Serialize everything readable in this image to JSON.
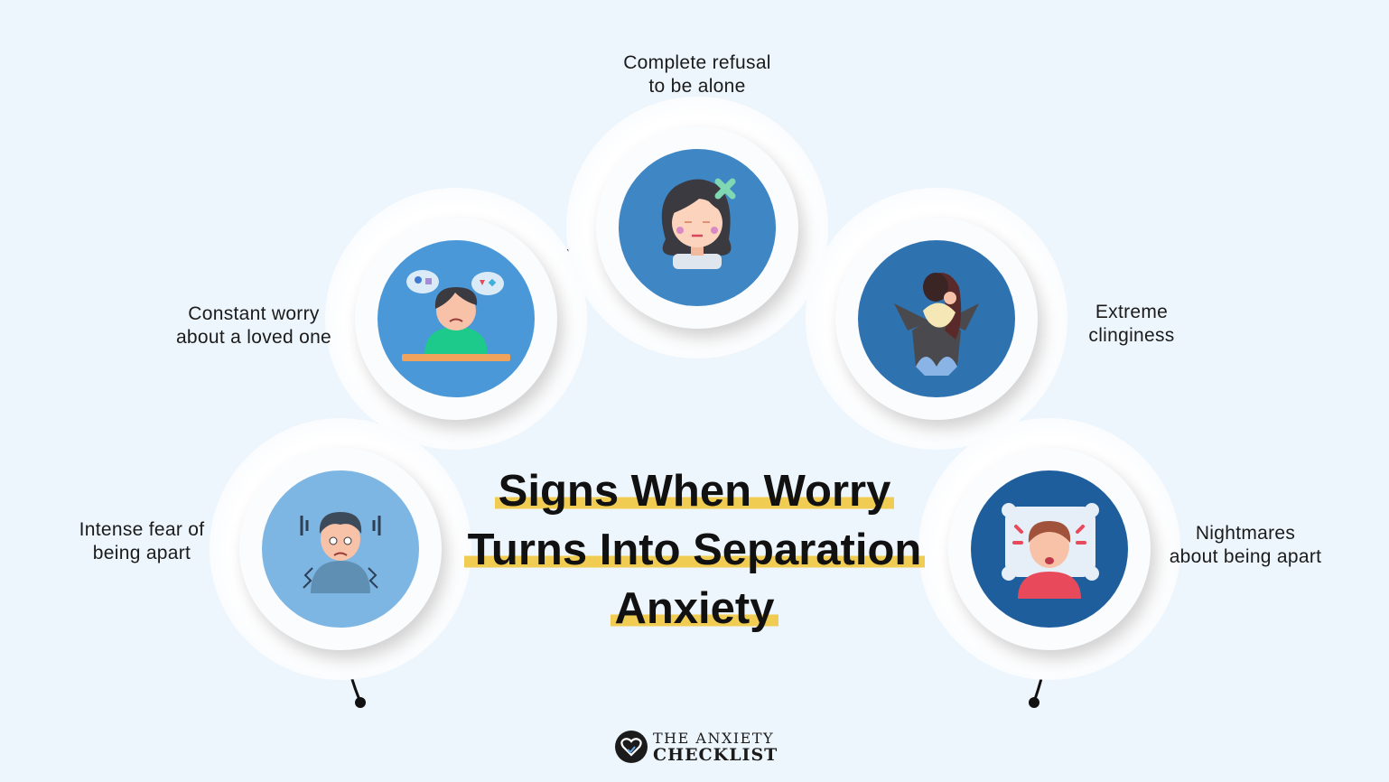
{
  "title": {
    "line1": "Signs When Worry",
    "line2": "Turns Into Separation",
    "line3": "Anxiety"
  },
  "signs": [
    {
      "label_line1": "Complete refusal",
      "label_line2": "to be alone",
      "icon": "girl-refusal-icon",
      "color": "#3f86c4"
    },
    {
      "label_line1": "Constant worry",
      "label_line2": "about a loved one",
      "icon": "worried-person-icon",
      "color": "#4a98d8"
    },
    {
      "label_line1": "Extreme",
      "label_line2": "clinginess",
      "icon": "hugging-couple-icon",
      "color": "#2f72b0"
    },
    {
      "label_line1": "Intense fear of",
      "label_line2": "being apart",
      "icon": "anxious-man-icon",
      "color": "#7db5e3"
    },
    {
      "label_line1": "Nightmares",
      "label_line2": "about being apart",
      "icon": "nightmare-pillow-icon",
      "color": "#1f5e9c"
    }
  ],
  "logo": {
    "line1": "THE ANXIETY",
    "line2": "CHECKLIST"
  },
  "colors": {
    "background": "#eef6fd",
    "highlight": "#f0cc52",
    "text": "#111111"
  }
}
